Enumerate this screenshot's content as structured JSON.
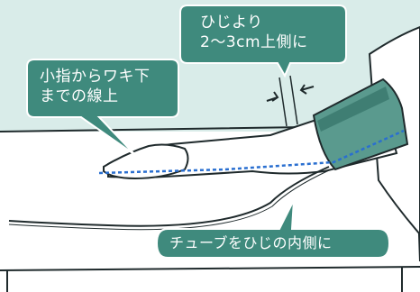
{
  "labels": {
    "elbow_line1": "ひじより",
    "elbow_line2": "2〜3cm上側に",
    "finger_line1": "小指からワキ下",
    "finger_line2": "までの線上",
    "tube": "チューブをひじの内側に"
  },
  "colors": {
    "background_panel": "#d9ece9",
    "callout_fill": "#3f8a7d",
    "cuff": "#5a9a8e",
    "cuff_dark": "#3f7e73",
    "outline": "#1f2a2c",
    "dotted_line": "#2a6fd0"
  }
}
